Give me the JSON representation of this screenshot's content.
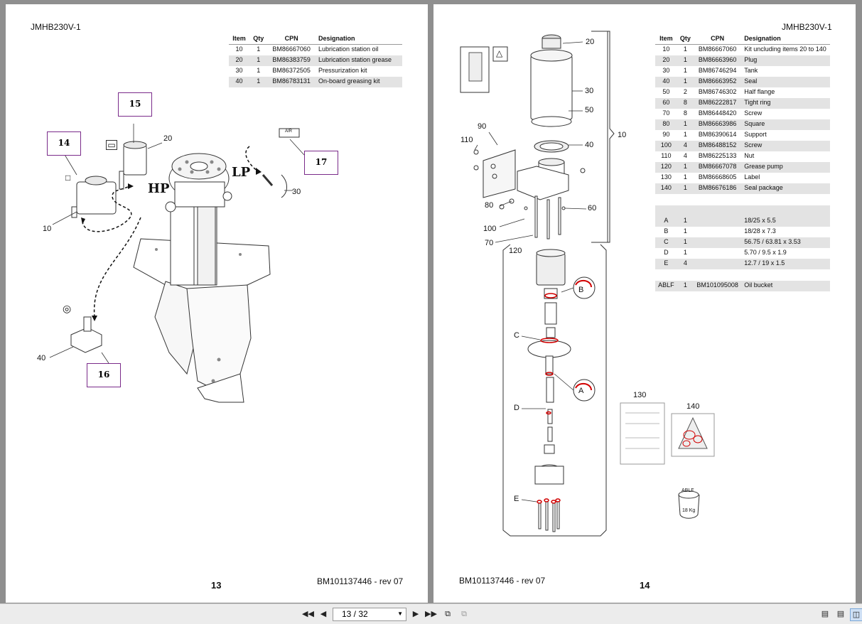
{
  "left_page": {
    "header": "JMHB230V-1",
    "table": {
      "headers": [
        "Item",
        "Qty",
        "CPN",
        "Designation"
      ],
      "rows": [
        {
          "item": "10",
          "qty": "1",
          "cpn": "BM86667060",
          "designation": "Lubrication station oil"
        },
        {
          "item": "20",
          "qty": "1",
          "cpn": "BM86383759",
          "designation": "Lubrication station grease"
        },
        {
          "item": "30",
          "qty": "1",
          "cpn": "BM86372505",
          "designation": "Pressurization kit"
        },
        {
          "item": "40",
          "qty": "1",
          "cpn": "BM86783131",
          "designation": "On-board greasing kit"
        }
      ]
    },
    "callouts": {
      "c10": "10",
      "c20": "20",
      "c30": "30",
      "c40": "40"
    },
    "books": {
      "b14": "14",
      "b15": "15",
      "b16": "16",
      "b17": "17"
    },
    "labels": {
      "hp": "HP",
      "lp": "LP",
      "air": "AIR"
    },
    "page_number": "13",
    "doc_ref": "BM101137446 - rev 07"
  },
  "right_page": {
    "header": "JMHB230V-1",
    "table": {
      "headers": [
        "Item",
        "Qty",
        "CPN",
        "Designation"
      ],
      "rows": [
        {
          "item": "10",
          "qty": "1",
          "cpn": "BM86667060",
          "designation": "Kit uncluding items 20 to 140"
        },
        {
          "item": "20",
          "qty": "1",
          "cpn": "BM86663960",
          "designation": "Plug"
        },
        {
          "item": "30",
          "qty": "1",
          "cpn": "BM86746294",
          "designation": "Tank"
        },
        {
          "item": "40",
          "qty": "1",
          "cpn": "BM86663952",
          "designation": "Seal"
        },
        {
          "item": "50",
          "qty": "2",
          "cpn": "BM86746302",
          "designation": "Half flange"
        },
        {
          "item": "60",
          "qty": "8",
          "cpn": "BM86222817",
          "designation": "Tight ring"
        },
        {
          "item": "70",
          "qty": "8",
          "cpn": "BM86448420",
          "designation": "Screw"
        },
        {
          "item": "80",
          "qty": "1",
          "cpn": "BM86663986",
          "designation": "Square"
        },
        {
          "item": "90",
          "qty": "1",
          "cpn": "BM86390614",
          "designation": "Support"
        },
        {
          "item": "100",
          "qty": "4",
          "cpn": "BM86488152",
          "designation": "Screw"
        },
        {
          "item": "110",
          "qty": "4",
          "cpn": "BM86225133",
          "designation": "Nut"
        },
        {
          "item": "120",
          "qty": "1",
          "cpn": "BM86667078",
          "designation": "Grease pump"
        },
        {
          "item": "130",
          "qty": "1",
          "cpn": "BM86668605",
          "designation": "Label"
        },
        {
          "item": "140",
          "qty": "1",
          "cpn": "BM86676186",
          "designation": "Seal package"
        }
      ],
      "seal_rows": [
        {
          "item": "A",
          "qty": "1",
          "cpn": "",
          "designation": "18/25 x 5.5"
        },
        {
          "item": "B",
          "qty": "1",
          "cpn": "",
          "designation": "18/28 x 7.3"
        },
        {
          "item": "C",
          "qty": "1",
          "cpn": "",
          "designation": "56.75 / 63.81 x 3.53"
        },
        {
          "item": "D",
          "qty": "1",
          "cpn": "",
          "designation": "5.70 / 9.5 x 1.9"
        },
        {
          "item": "E",
          "qty": "4",
          "cpn": "",
          "designation": "12.7 / 19 x 1.5"
        }
      ],
      "oil_row": {
        "item": "ABLF",
        "qty": "1",
        "cpn": "BM101095008",
        "designation": "Oil bucket"
      }
    },
    "callouts": {
      "c20": "20",
      "c30": "30",
      "c50": "50",
      "c40": "40",
      "c10": "10",
      "c90": "90",
      "c110": "110",
      "c80": "80",
      "c60": "60",
      "c100": "100",
      "c70": "70",
      "c120": "120",
      "cB": "B",
      "cC": "C",
      "cA": "A",
      "cD": "D",
      "cE": "E",
      "c130": "130",
      "c140": "140"
    },
    "bucket": {
      "label": "ABLF",
      "weight": "18 Kg"
    },
    "page_number": "14",
    "doc_ref": "BM101137446 - rev 07"
  },
  "toolbar": {
    "page_indicator": "13 / 32"
  }
}
